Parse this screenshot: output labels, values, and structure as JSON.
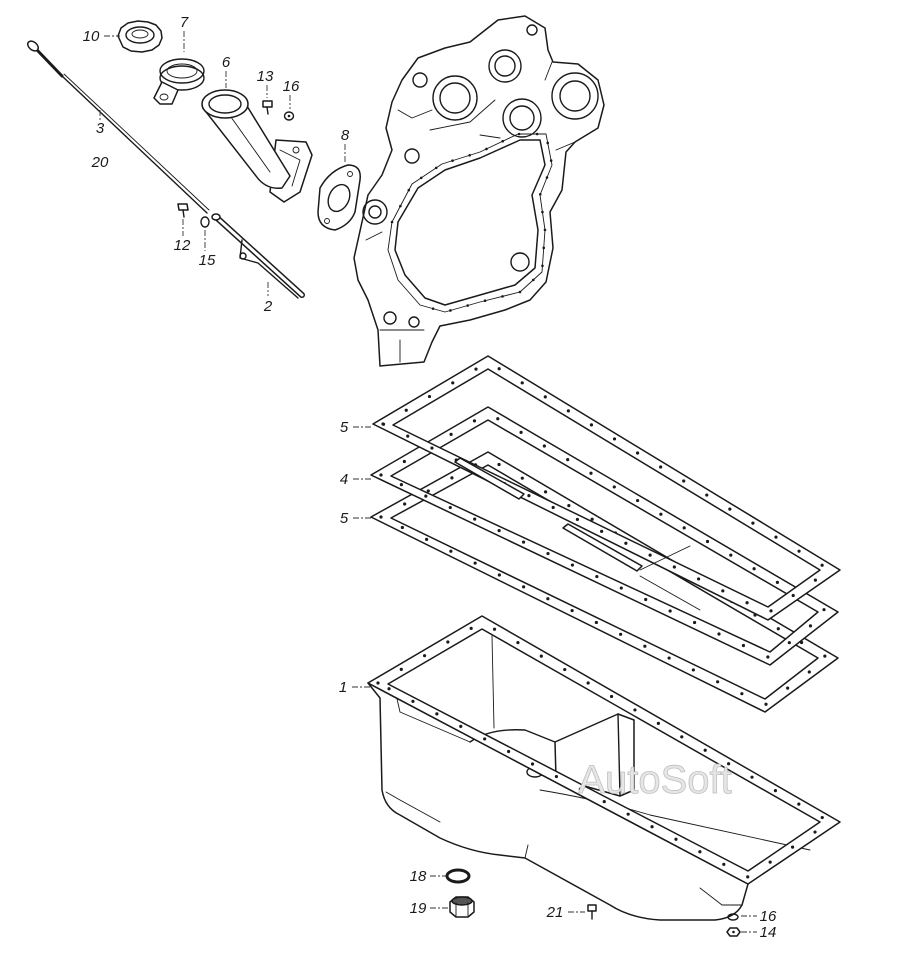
{
  "callouts": {
    "filler_cap": "10",
    "filler_clamp": "7",
    "filler_neck": "6",
    "neck_bolt": "13",
    "neck_washer": "16",
    "neck_gasket": "8",
    "dipstick": "3",
    "dipstick_alt": "20",
    "tube_bolt": "12",
    "tube_washer": "15",
    "dipstick_tube": "2",
    "gasket_upper": "5",
    "gasket_middle": "4",
    "gasket_lower": "5",
    "oil_pan": "1",
    "drain_seal": "18",
    "drain_plug": "19",
    "pan_bolt": "21",
    "pan_washer": "16",
    "pan_nut": "14"
  },
  "watermark": "AutoSoft"
}
